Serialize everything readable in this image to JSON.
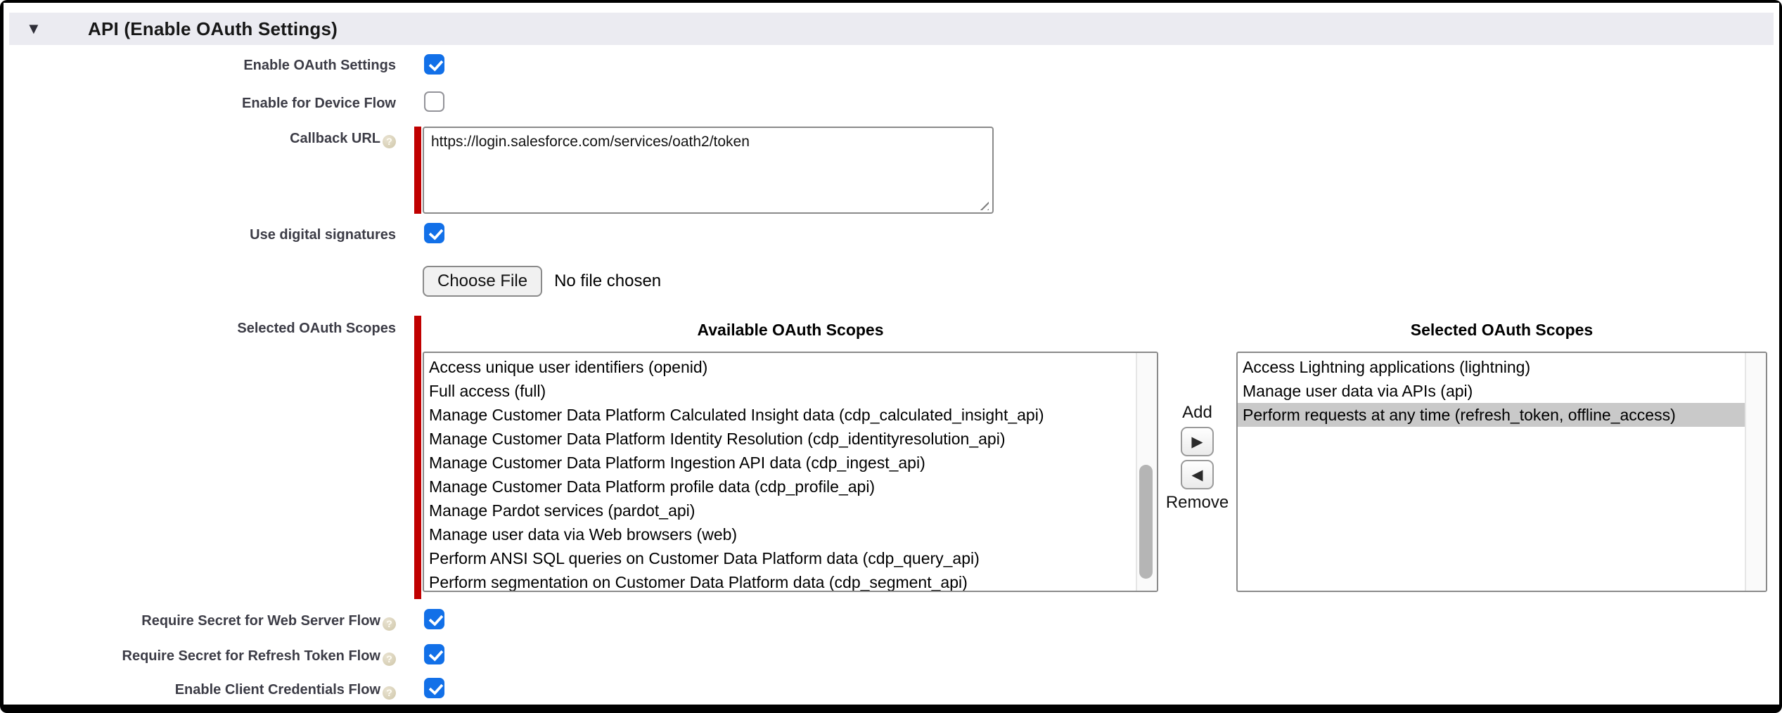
{
  "panel": {
    "title": "API (Enable OAuth Settings)",
    "icons": {
      "collapse": "▼",
      "add_arrow": "▶",
      "remove_arrow": "◀",
      "help": "?"
    }
  },
  "rows": {
    "enable_oauth": {
      "label": "Enable OAuth Settings",
      "checked": true
    },
    "device_flow": {
      "label": "Enable for Device Flow",
      "checked": false
    },
    "callback_url": {
      "label": "Callback URL",
      "value": "https://login.salesforce.com/services/oath2/token",
      "required": true
    },
    "digital_signatures": {
      "label": "Use digital signatures",
      "checked": true
    },
    "certificate": {
      "button_label": "Choose File",
      "status_text": "No file chosen"
    },
    "scopes": {
      "label": "Selected OAuth Scopes",
      "required": true,
      "available_header": "Available OAuth Scopes",
      "selected_header": "Selected OAuth Scopes",
      "add_label": "Add",
      "remove_label": "Remove",
      "available_items": [
        "Access unique user identifiers (openid)",
        "Full access (full)",
        "Manage Customer Data Platform Calculated Insight data (cdp_calculated_insight_api)",
        "Manage Customer Data Platform Identity Resolution (cdp_identityresolution_api)",
        "Manage Customer Data Platform Ingestion API data (cdp_ingest_api)",
        "Manage Customer Data Platform profile data (cdp_profile_api)",
        "Manage Pardot services (pardot_api)",
        "Manage user data via Web browsers (web)",
        "Perform ANSI SQL queries on Customer Data Platform data (cdp_query_api)",
        "Perform segmentation on Customer Data Platform data (cdp_segment_api)"
      ],
      "selected_items": [
        "Access Lightning applications (lightning)",
        "Manage user data via APIs (api)",
        "Perform requests at any time (refresh_token, offline_access)"
      ],
      "selected_highlight_index": 2
    },
    "require_secret_web": {
      "label": "Require Secret for Web Server Flow",
      "checked": true
    },
    "require_secret_refresh": {
      "label": "Require Secret for Refresh Token Flow",
      "checked": true
    },
    "client_credentials": {
      "label": "Enable Client Credentials Flow",
      "checked": true
    }
  },
  "colors": {
    "checkbox_blue": "#1270e8",
    "required_red": "#c00000",
    "header_bg": "#ebebf1",
    "highlight_gray": "#c9c9c9"
  }
}
